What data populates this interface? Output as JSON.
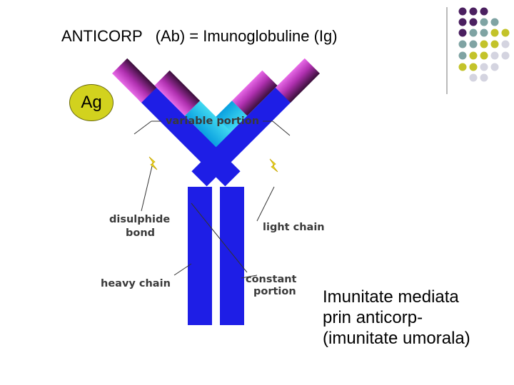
{
  "title": "ANTICORP   (Ab) = Imunoglobuline (Ig)",
  "antigen_label": "Ag",
  "labels": {
    "variable_portion": "variable portion",
    "disulphide_bond_line1": "disulphide",
    "disulphide_bond_line2": "bond",
    "light_chain": "light chain",
    "heavy_chain": "heavy chain",
    "constant_portion_line1": "constant",
    "constant_portion_line2": "portion"
  },
  "caption": {
    "line1": "Imunitate mediata",
    "line2": "prin anticorp-",
    "line3": "(imunitate umorala)"
  },
  "colors": {
    "heavy_chain": "#1e1ee6",
    "light_chain": "#2ab8e8",
    "variable_portion": "#c040c0",
    "antigen": "#d2d21e",
    "dot_purple": "#4b2060",
    "dot_teal": "#7fa3a3",
    "dot_olive": "#c3c32a",
    "dot_lavender": "#d4d4e0"
  }
}
